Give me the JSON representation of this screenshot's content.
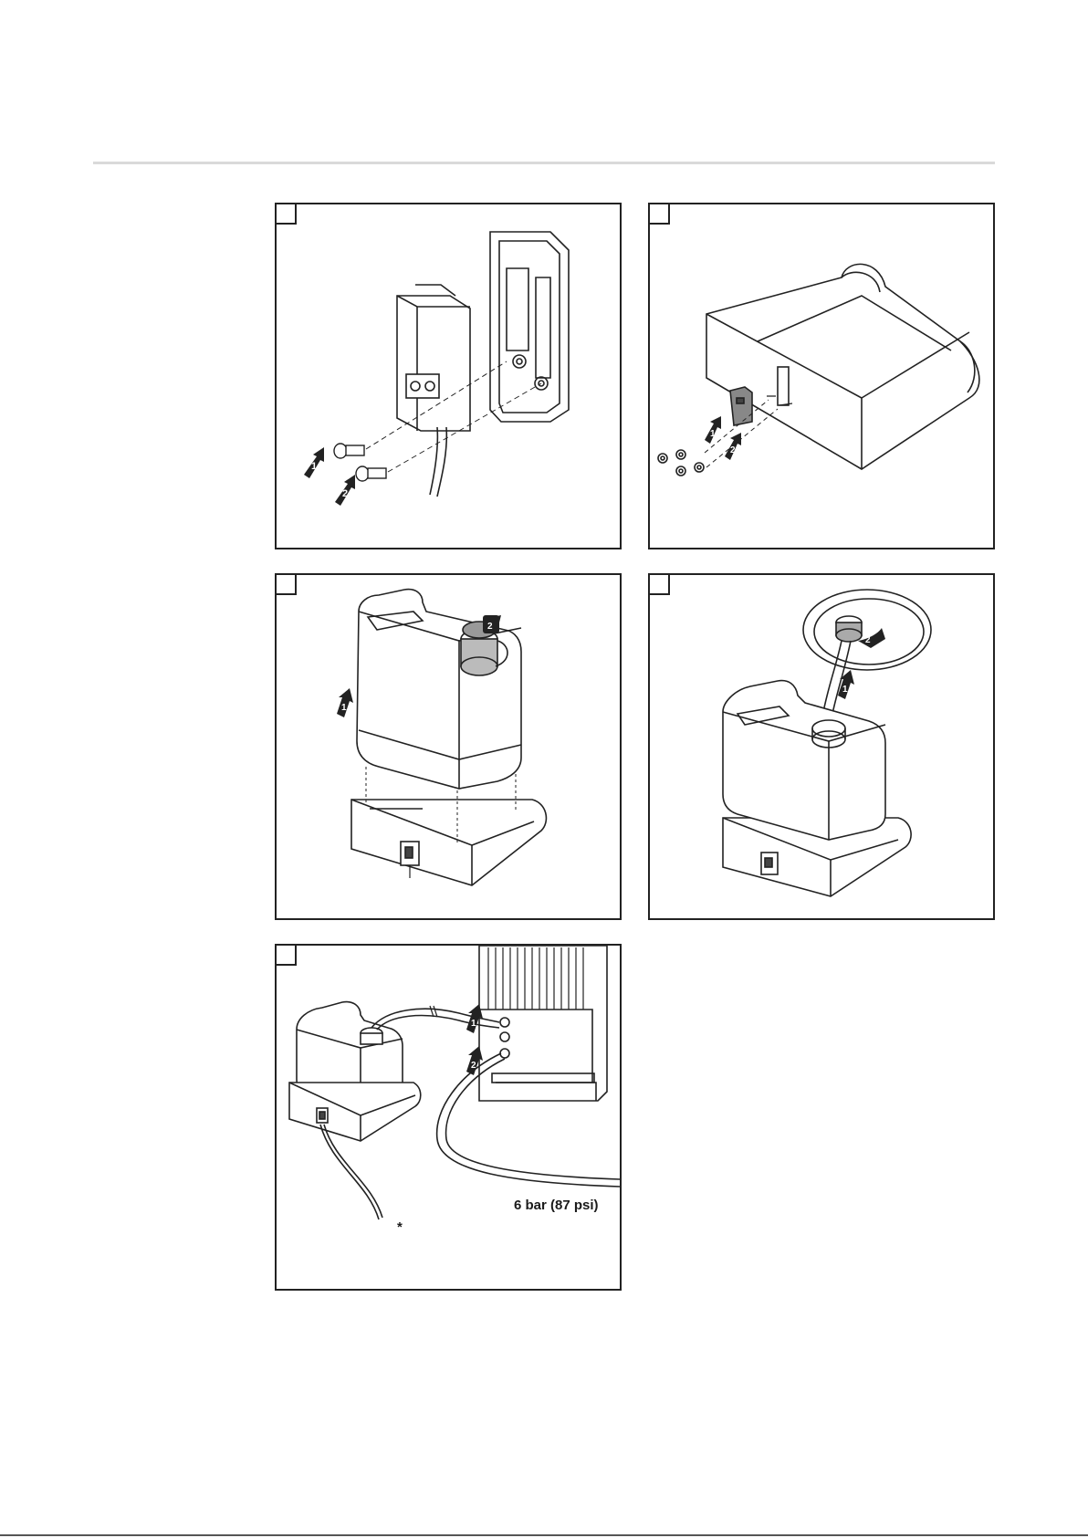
{
  "panels": {
    "p5": {
      "pressure_label": "6 bar (87 psi)",
      "footnote_marker": "*"
    }
  },
  "arrow_labels": [
    "1",
    "2"
  ]
}
